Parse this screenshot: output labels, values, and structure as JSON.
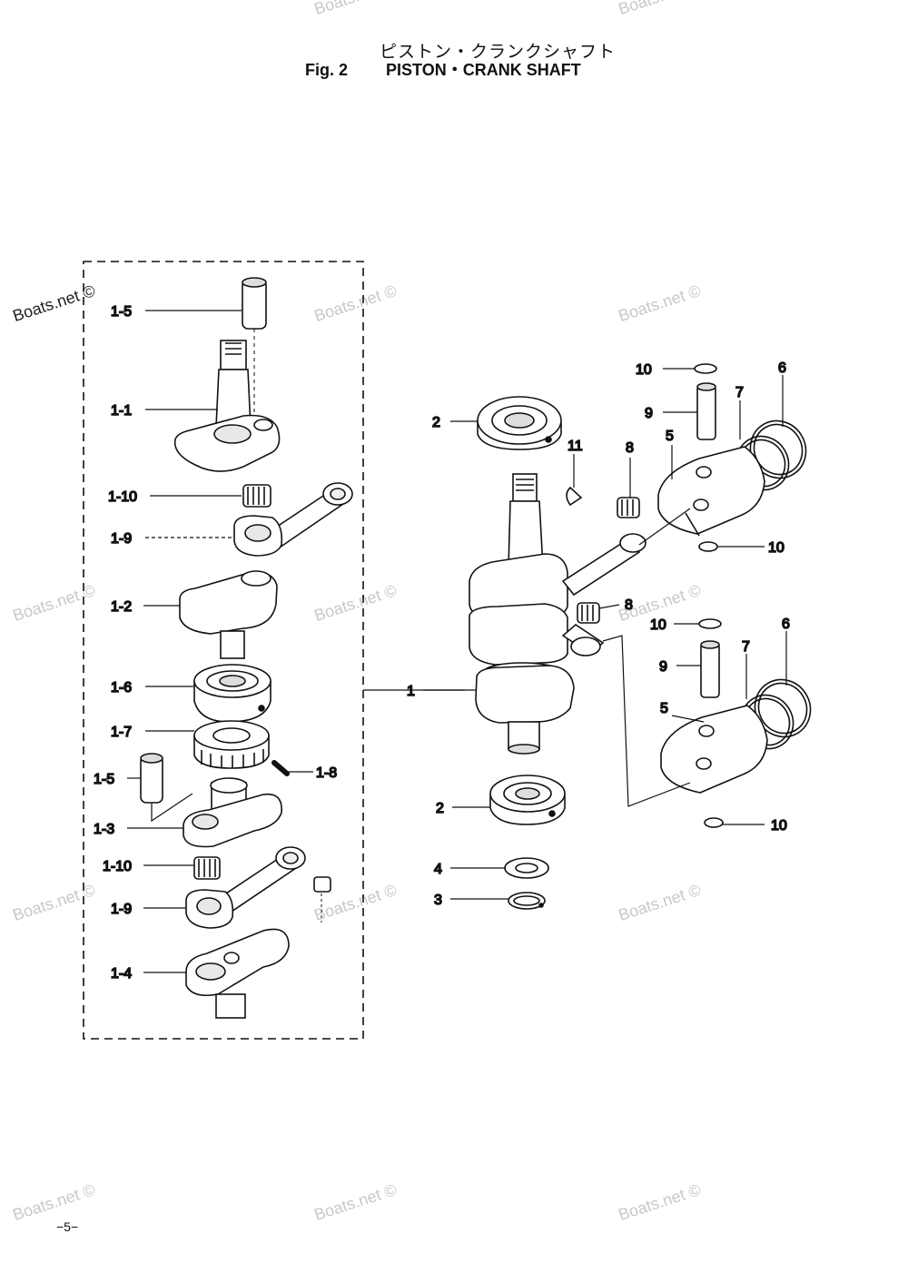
{
  "title": {
    "jp": "ピストン・クランクシャフト",
    "figure": "Fig. 2",
    "en": "PISTON・CRANK SHAFT"
  },
  "page_number": "−5−",
  "watermark": "Boats.net ©",
  "callouts": {
    "c1_5a": "1-5",
    "c1_1": "1-1",
    "c1_10a": "1-10",
    "c1_9a": "1-9",
    "c1_2": "1-2",
    "c1_6": "1-6",
    "c1_7": "1-7",
    "c1_5b": "1-5",
    "c1_8": "1-8",
    "c1_3": "1-3",
    "c1_10b": "1-10",
    "c1_9b": "1-9",
    "c1_4": "1-4",
    "c1": "1",
    "c2a": "2",
    "c2b": "2",
    "c3": "3",
    "c4": "4",
    "c5a": "5",
    "c5b": "5",
    "c6a": "6",
    "c6b": "6",
    "c7a": "7",
    "c7b": "7",
    "c8a": "8",
    "c8b": "8",
    "c9a": "9",
    "c9b": "9",
    "c10a": "10",
    "c10b": "10",
    "c10c": "10",
    "c10d": "10",
    "c11": "11"
  }
}
